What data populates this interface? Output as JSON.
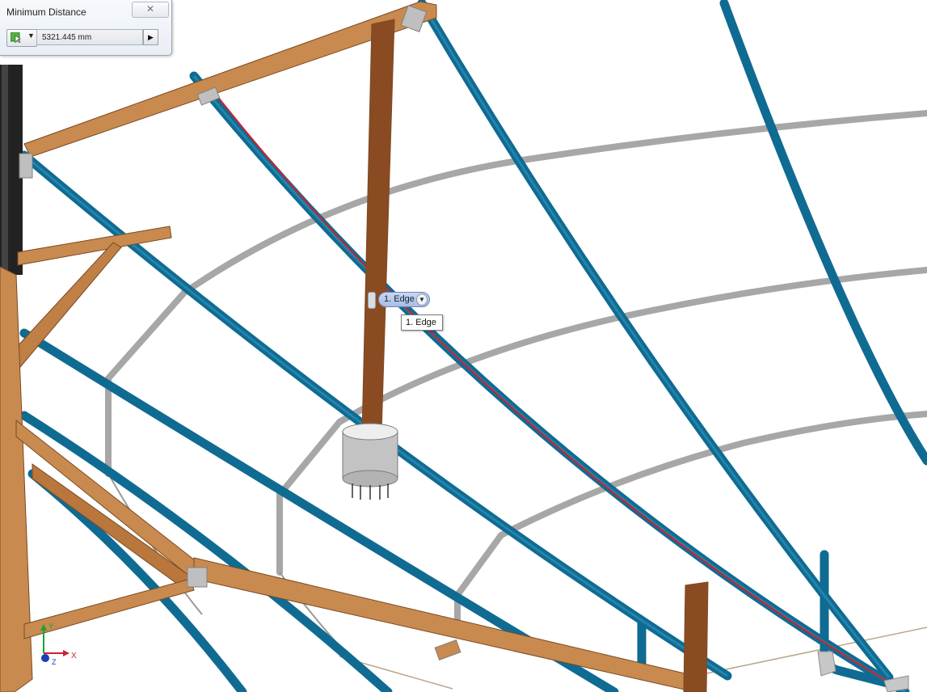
{
  "measure_panel": {
    "title": "Minimum Distance",
    "close_icon": "close-icon",
    "selector_icon": "select-entity-icon",
    "value": "5321.445 mm",
    "next_icon": "play-arrow-icon"
  },
  "selection": {
    "chip_label": "1. Edge",
    "tooltip": "1. Edge"
  },
  "triad": {
    "x_label": "X",
    "y_label": "Y",
    "z_label": "Z"
  },
  "colors": {
    "pipe_blue": "#0e6b93",
    "pipe_gray": "#a6a6a6",
    "wood": "#c98a4f",
    "wood_dark": "#8b4b22",
    "highlight": "#d21f2b"
  }
}
